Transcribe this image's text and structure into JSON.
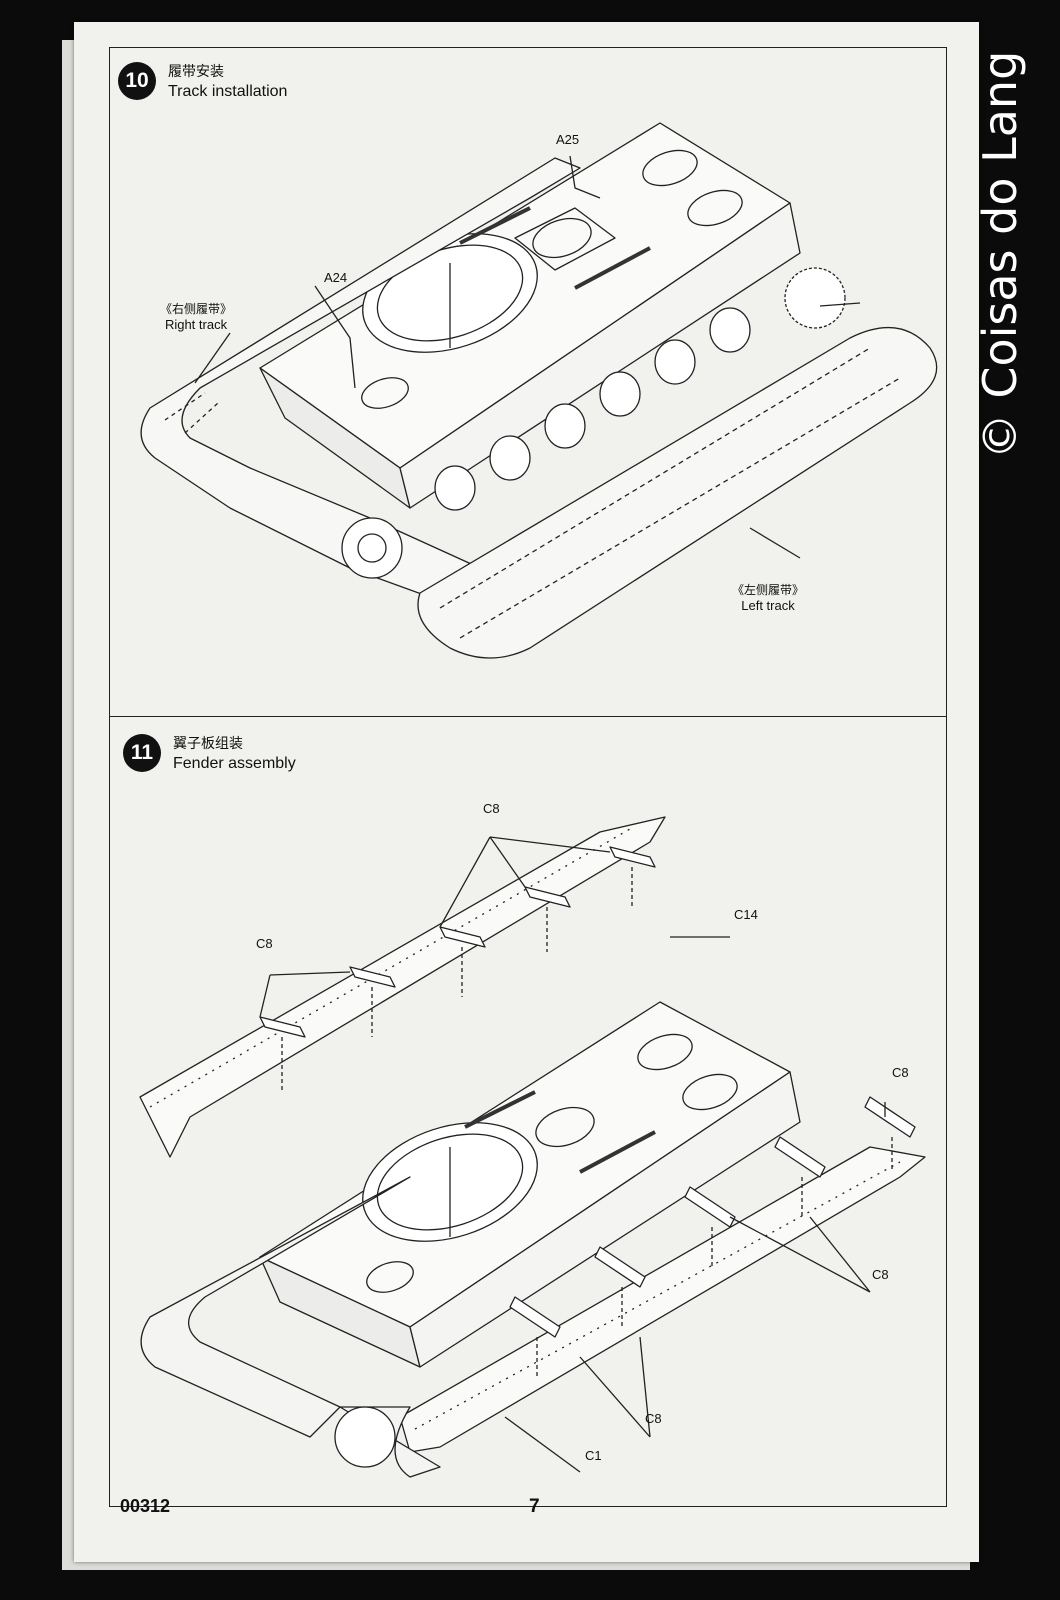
{
  "document": {
    "page_number": "7",
    "product_code": "00312",
    "watermark": "© Coisas do Lang"
  },
  "steps": [
    {
      "number": "10",
      "title_zh": "履带安装",
      "title_en": "Track installation",
      "callouts": {
        "a25": "A25",
        "a24": "A24",
        "right_zh": "《右侧履带》",
        "right_en": "Right track",
        "left_zh": "《左侧履带》",
        "left_en": "Left track"
      }
    },
    {
      "number": "11",
      "title_zh": "翼子板组装",
      "title_en": "Fender assembly",
      "callouts": {
        "c8_top": "C8",
        "c8_left": "C8",
        "c14": "C14",
        "c8_right": "C8",
        "c8_right_lower": "C8",
        "c8_bottom": "C8",
        "c1": "C1"
      }
    }
  ]
}
